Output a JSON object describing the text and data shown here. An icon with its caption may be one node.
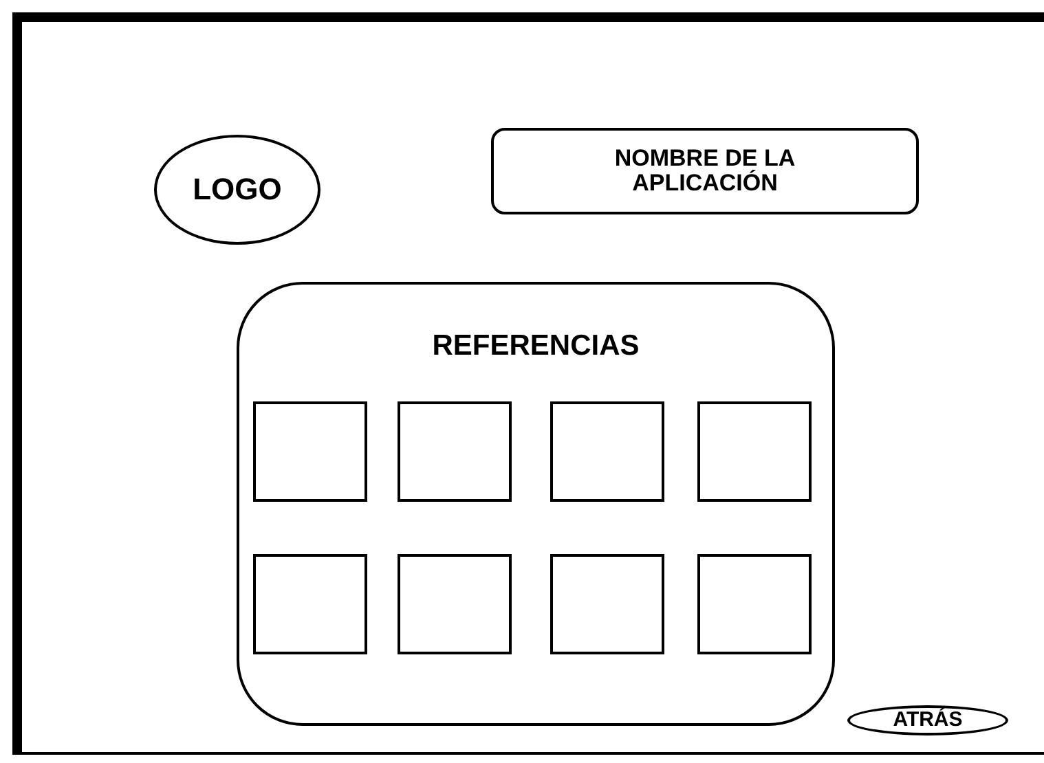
{
  "diagram": {
    "nodes": [
      {
        "text": [
          "LOGO"
        ]
      },
      {
        "text": [
          "NOMBRE DE LA APLICACIÓN"
        ]
      },
      {
        "text": [
          "REFERENCIAS"
        ]
      },
      {
        "text": [],
        "shape": "box",
        "in": 2
      },
      {
        "text": [],
        "shape": "box",
        "in": 2
      },
      {
        "text": [],
        "shape": "box",
        "in": 2
      },
      {
        "text": [],
        "shape": "box",
        "in": 2
      },
      {
        "text": [],
        "shape": "box",
        "in": 2
      },
      {
        "text": [],
        "shape": "box",
        "in": 2
      },
      {
        "text": [],
        "shape": "box",
        "in": 2
      },
      {
        "text": [],
        "shape": "box",
        "in": 2
      },
      {
        "text": [
          "ATRÁS"
        ]
      }
    ]
  }
}
